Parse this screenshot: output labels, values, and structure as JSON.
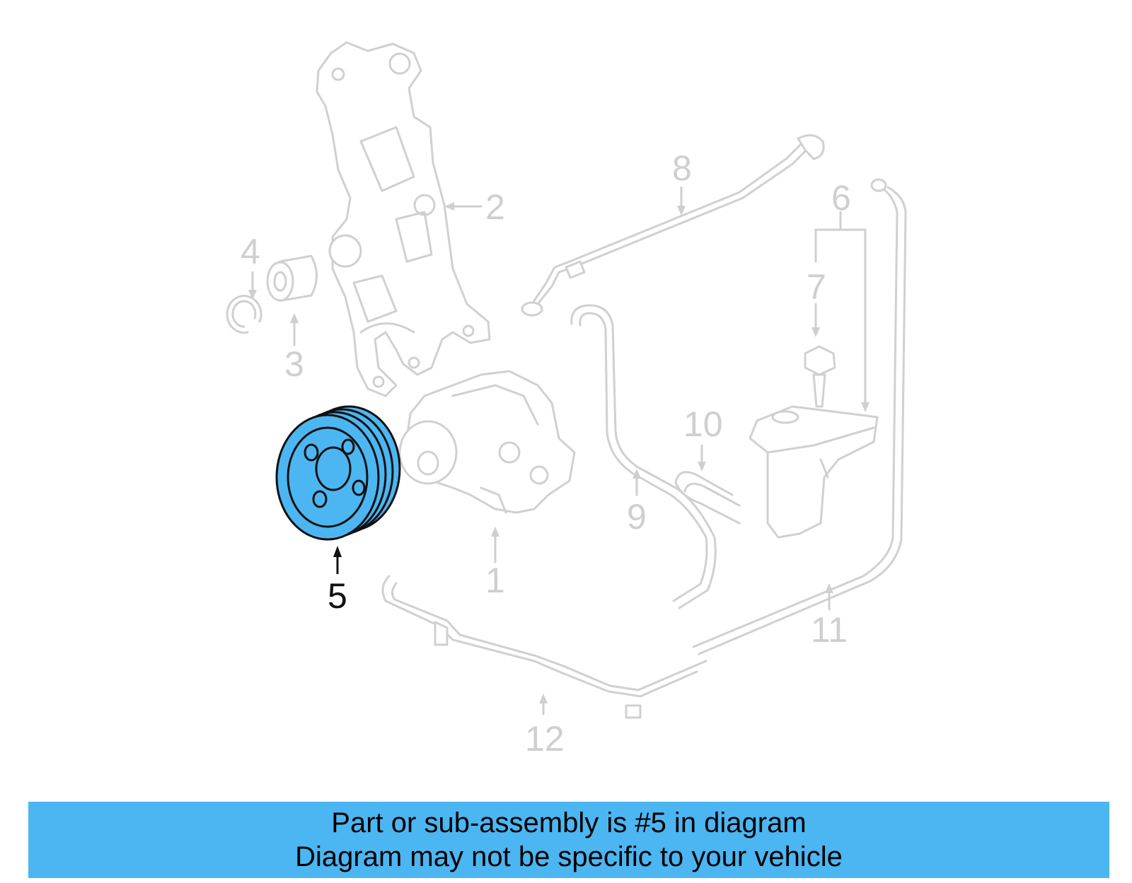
{
  "diagram": {
    "callouts": [
      {
        "id": "1",
        "label": "1"
      },
      {
        "id": "2",
        "label": "2"
      },
      {
        "id": "3",
        "label": "3"
      },
      {
        "id": "4",
        "label": "4"
      },
      {
        "id": "5",
        "label": "5"
      },
      {
        "id": "6",
        "label": "6"
      },
      {
        "id": "7",
        "label": "7"
      },
      {
        "id": "8",
        "label": "8"
      },
      {
        "id": "9",
        "label": "9"
      },
      {
        "id": "10",
        "label": "10"
      },
      {
        "id": "11",
        "label": "11"
      },
      {
        "id": "12",
        "label": "12"
      }
    ],
    "highlighted_part": "5",
    "colors": {
      "highlight": "#4cb6f2",
      "inactive_line": "#d0d0d0",
      "active_line": "#111111",
      "banner": "#4cb6f2"
    }
  },
  "banner": {
    "line1": "Part or sub-assembly is #5 in diagram",
    "line2": "Diagram may not be specific to your vehicle"
  }
}
